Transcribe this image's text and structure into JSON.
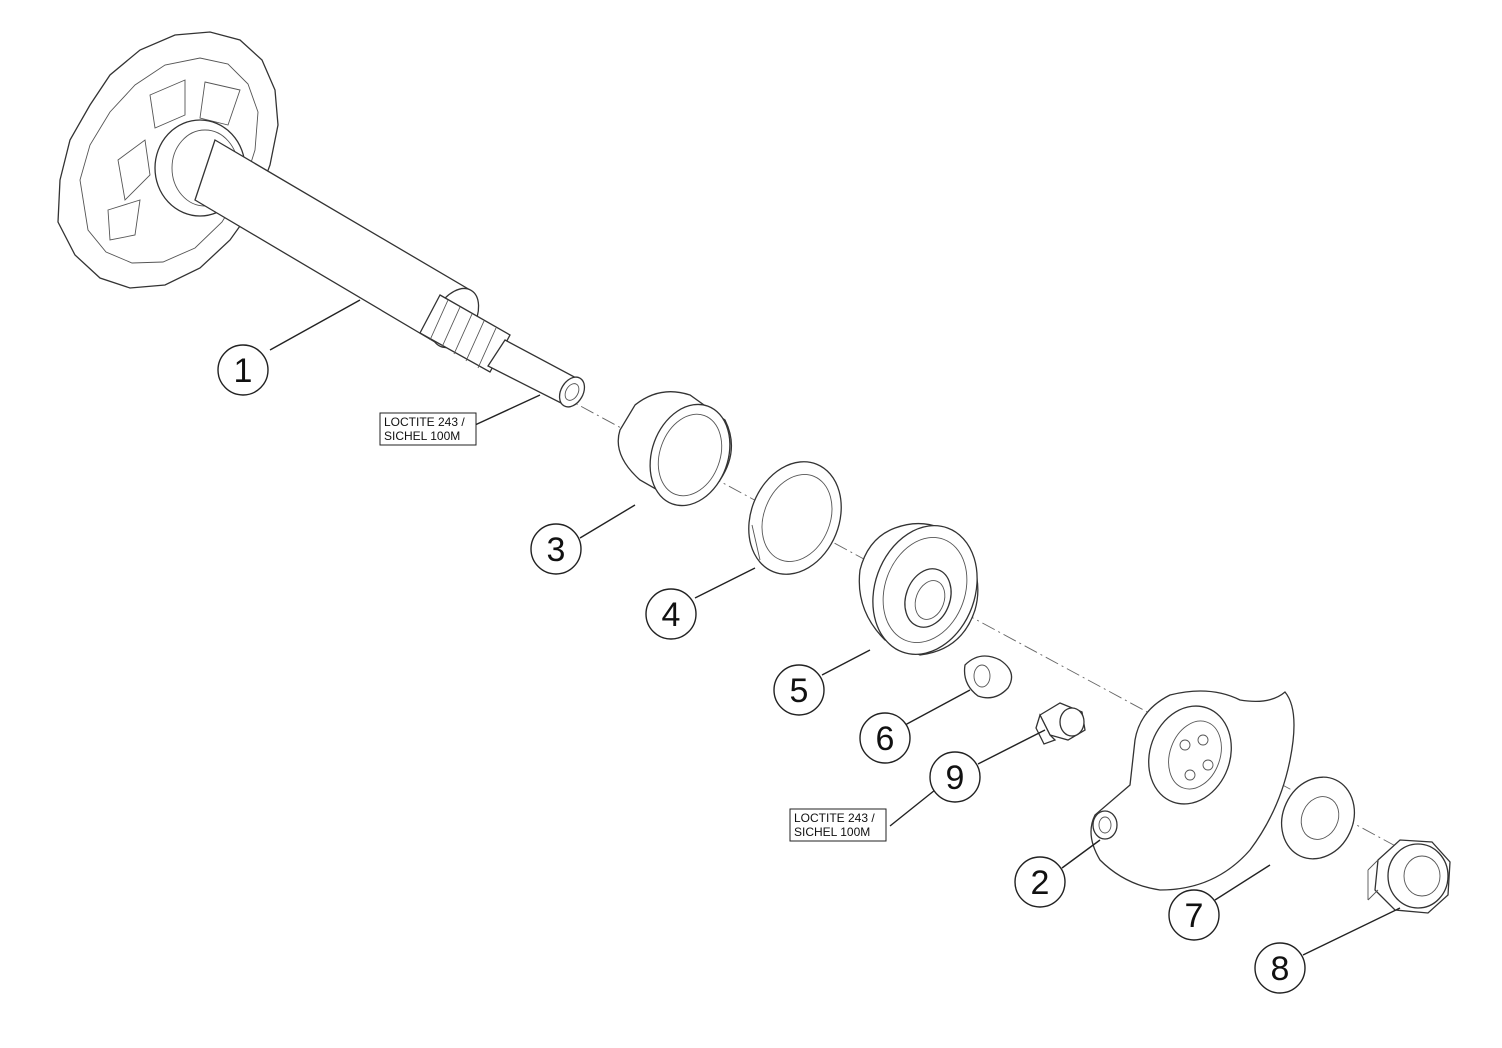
{
  "diagram": {
    "callouts": [
      {
        "id": "callout-1",
        "label": "1"
      },
      {
        "id": "callout-2",
        "label": "2"
      },
      {
        "id": "callout-3",
        "label": "3"
      },
      {
        "id": "callout-4",
        "label": "4"
      },
      {
        "id": "callout-5",
        "label": "5"
      },
      {
        "id": "callout-6",
        "label": "6"
      },
      {
        "id": "callout-7",
        "label": "7"
      },
      {
        "id": "callout-8",
        "label": "8"
      },
      {
        "id": "callout-9",
        "label": "9"
      }
    ],
    "notes": [
      {
        "line1": "LOCTITE 243 /",
        "line2": "SICHEL 100M"
      },
      {
        "line1": "LOCTITE 243 /",
        "line2": "SICHEL 100M"
      }
    ]
  }
}
